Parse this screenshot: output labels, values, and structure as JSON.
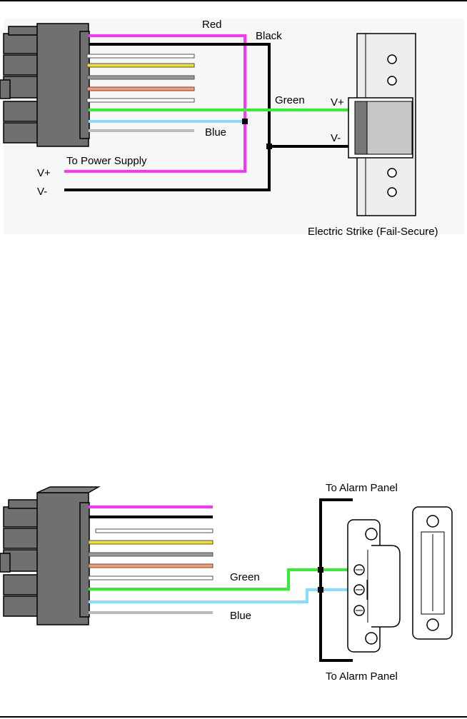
{
  "diagram1": {
    "labels": {
      "red": "Red",
      "black": "Black",
      "green": "Green",
      "blue": "Blue",
      "vplus_strike": "V+",
      "vminus_strike": "V-",
      "to_power_supply": "To Power Supply",
      "vplus_supply": "V+",
      "vminus_supply": "V-",
      "strike_caption": "Electric Strike (Fail-Secure)"
    }
  },
  "diagram2": {
    "labels": {
      "green": "Green",
      "blue": "Blue",
      "alarm_top": "To Alarm Panel",
      "alarm_bottom": "To Alarm Panel"
    }
  },
  "wire_colors": {
    "red": "#ff33ff",
    "black": "#000000",
    "green": "#33ee33",
    "blue": "#88ddff",
    "gray": "#bbbbbb",
    "yellow": "#eedd33",
    "orange": "#ff9966",
    "connector": "#707070"
  }
}
